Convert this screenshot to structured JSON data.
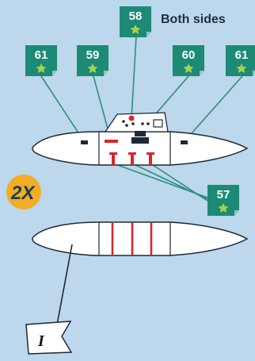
{
  "callouts": [
    {
      "id": "c58",
      "number": "58",
      "color": "#1c8a74"
    },
    {
      "id": "c61-left",
      "number": "61",
      "color": "#1c8a74"
    },
    {
      "id": "c59",
      "number": "59",
      "color": "#1c8a74"
    },
    {
      "id": "c60",
      "number": "60",
      "color": "#1c8a74"
    },
    {
      "id": "c61-right",
      "number": "61",
      "color": "#1c8a74"
    },
    {
      "id": "c57",
      "number": "57",
      "color": "#1c8a74"
    }
  ],
  "side_note": "Both sides",
  "multiplier": "2X",
  "flag_label": "I",
  "colors": {
    "background": "#bdd7ec",
    "leader_line": "#2e8f7e",
    "badge_orange": "#f3ad22",
    "stripe_red": "#d8262a",
    "hull": "#ffffff"
  }
}
